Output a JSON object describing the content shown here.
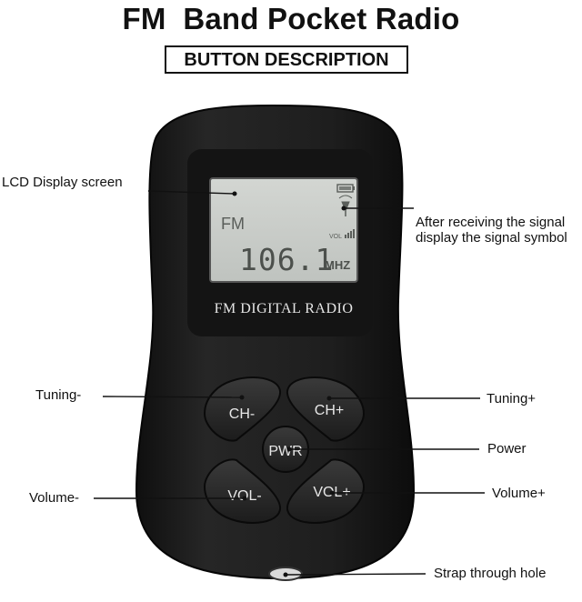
{
  "title": "FM  Band Pocket Radio",
  "subtitle": "BUTTON DESCRIPTION",
  "device": {
    "brand_text": "FM DIGITAL RADIO",
    "lcd": {
      "band": "FM",
      "frequency": "106.1",
      "unit": "MHZ",
      "vol_text": "VOL"
    },
    "buttons": {
      "ch_minus": "CH-",
      "ch_plus": "CH+",
      "power": "PWR",
      "vol_minus": "VOL-",
      "vol_plus": "VOL+"
    }
  },
  "callouts": {
    "lcd": "LCD Display screen",
    "signal_line1": "After receiving the signal",
    "signal_line2": "display the signal symbol",
    "tuning_minus": "Tuning-",
    "tuning_plus": "Tuning+",
    "power": "Power",
    "volume_minus": "Volume-",
    "volume_plus": "Volume+",
    "strap": "Strap through hole"
  },
  "colors": {
    "body": "#1b1b1b",
    "lcd": "#c9cdc9",
    "lcd_text": "#5a5e5a",
    "buttons": "#2a2a2a"
  }
}
